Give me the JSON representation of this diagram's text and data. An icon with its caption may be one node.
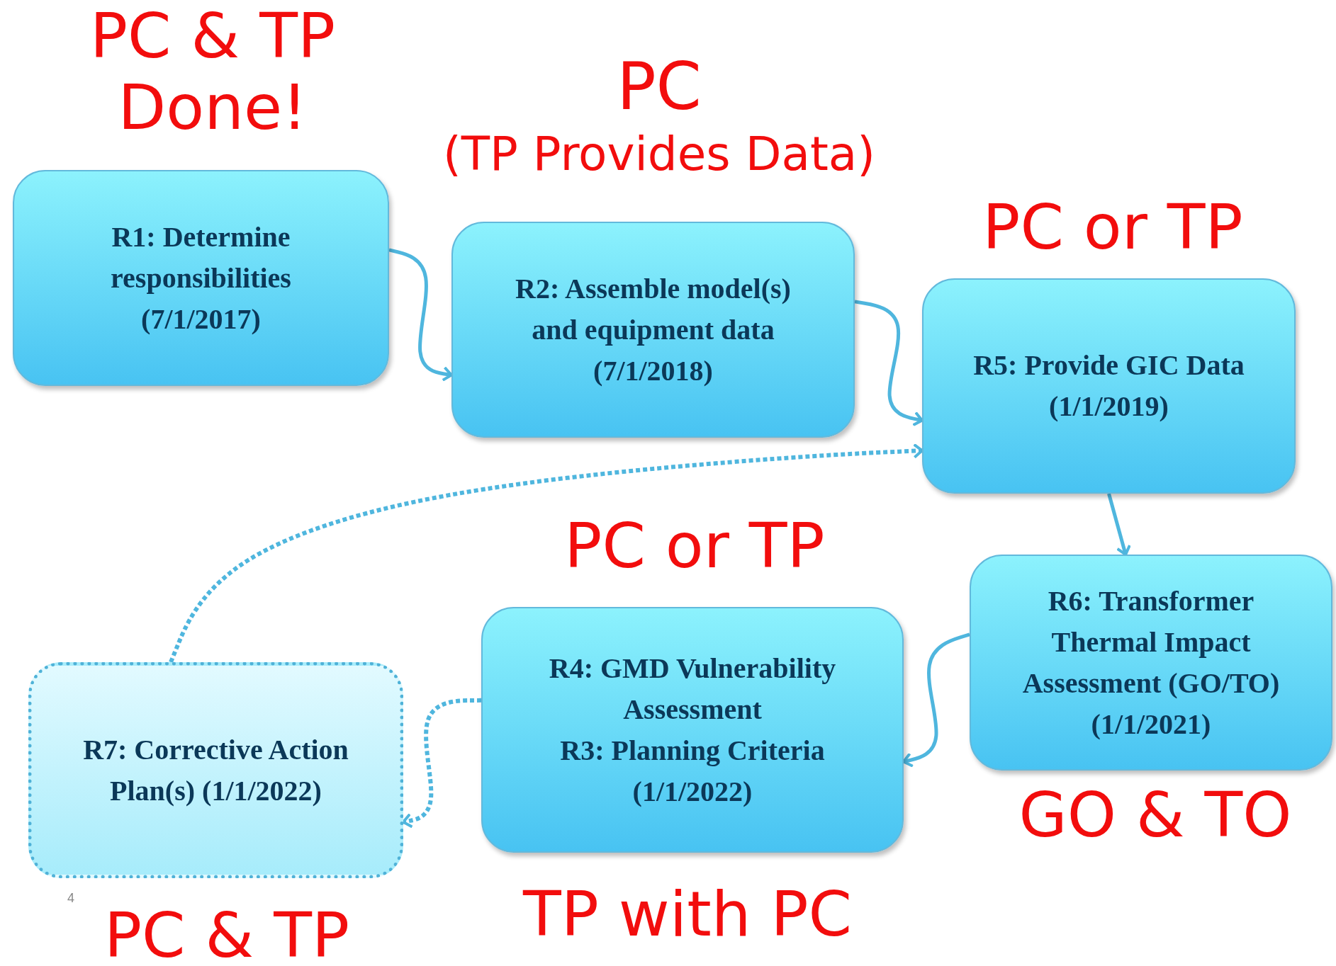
{
  "diagram": {
    "nodes": [
      {
        "text": [
          "R1: Determine responsibilities (7/1/2017)"
        ],
        "beside": [
          "PC & TP Done!"
        ]
      },
      {
        "text": [
          "R2: Assemble model(s) and equipment data (7/1/2018)"
        ],
        "beside": [
          "PC",
          "(TP Provides Data)"
        ]
      },
      {
        "text": [
          "R5: Provide GIC Data (1/1/2019)"
        ],
        "beside": [
          "PC or TP"
        ]
      },
      {
        "text": [
          "R6: Transformer Thermal Impact Assessment (GO/TO) (1/1/2021)"
        ],
        "beside": [
          "GO & TO"
        ]
      },
      {
        "text": [
          "R4: GMD Vulnerability Assessment",
          "R3: Planning Criteria (1/1/2022)"
        ],
        "beside": [
          "PC or TP",
          "TP with PC"
        ]
      },
      {
        "text": [
          "R7: Corrective Action Plan(s) (1/1/2022)"
        ],
        "beside": [
          "PC & TP"
        ]
      }
    ],
    "edges": [
      {
        "from": 0,
        "to": 1,
        "arrow": "to"
      },
      {
        "from": 1,
        "to": 2,
        "arrow": "to"
      },
      {
        "from": 2,
        "to": 3,
        "arrow": "to"
      },
      {
        "from": 3,
        "to": 4,
        "arrow": "to"
      },
      {
        "from": 4,
        "to": 5,
        "arrow": "to",
        "style": "dashed"
      },
      {
        "from": 5,
        "to": 2,
        "arrow": "to",
        "style": "dashed"
      }
    ],
    "labels": [
      "4"
    ]
  }
}
